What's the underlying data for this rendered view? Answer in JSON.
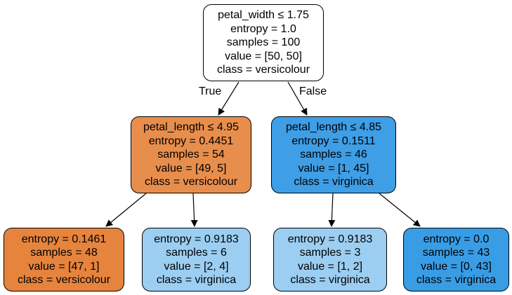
{
  "tree": {
    "root": {
      "lines": [
        "petal_width ≤ 1.75",
        "entropy = 1.0",
        "samples = 100",
        "value = [50, 50]",
        "class = versicolour"
      ],
      "fill": "#ffffff"
    },
    "left": {
      "lines": [
        "petal_length ≤ 4.95",
        "entropy = 0.4451",
        "samples = 54",
        "value = [49, 5]",
        "class = versicolour"
      ],
      "fill": "#e88e4d"
    },
    "right": {
      "lines": [
        "petal_length ≤ 4.85",
        "entropy = 0.1511",
        "samples = 46",
        "value = [1, 45]",
        "class = virginica"
      ],
      "fill": "#3e9ee6"
    },
    "left_left": {
      "lines": [
        "entropy = 0.1461",
        "samples = 48",
        "value = [47, 1]",
        "class = versicolour"
      ],
      "fill": "#e6843e"
    },
    "left_right": {
      "lines": [
        "entropy = 0.9183",
        "samples = 6",
        "value = [2, 4]",
        "class = virginica"
      ],
      "fill": "#9ccef2"
    },
    "right_left": {
      "lines": [
        "entropy = 0.9183",
        "samples = 3",
        "value = [1, 2]",
        "class = virginica"
      ],
      "fill": "#9ccef2"
    },
    "right_right": {
      "lines": [
        "entropy = 0.0",
        "samples = 43",
        "value = [0, 43]",
        "class = virginica"
      ],
      "fill": "#399de5"
    }
  },
  "edge_labels": {
    "true": "True",
    "false": "False"
  },
  "colors": {
    "versicolour": "#e58139",
    "virginica": "#399de5",
    "edge": "#000000"
  }
}
